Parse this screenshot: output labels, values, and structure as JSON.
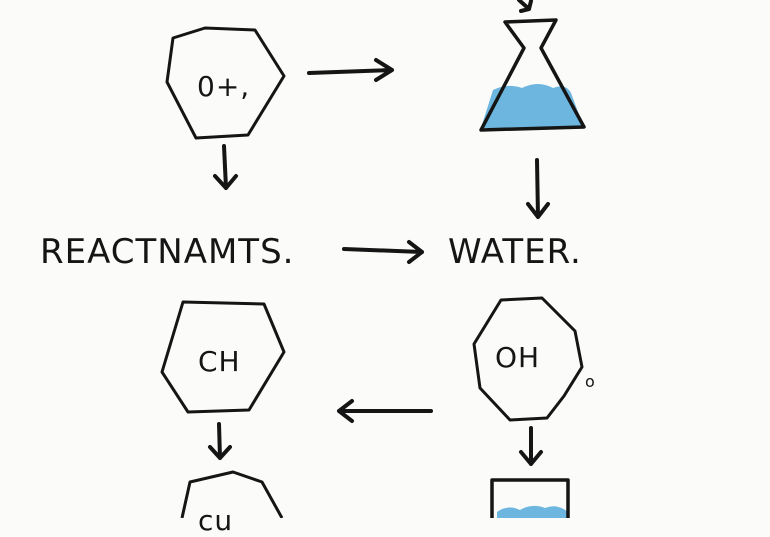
{
  "nodes": {
    "top_left": {
      "text": "0+,"
    },
    "mid_right_circle": {
      "text": "OH",
      "subscript": "o"
    },
    "bottom_left_hex": {
      "text": "CH"
    },
    "bottom_left_partial": {
      "text": "cu"
    }
  },
  "labels": {
    "reactants": "REACTNAMTS.",
    "water": "WATER."
  },
  "colors": {
    "ink": "#151515",
    "water": "#6db6df",
    "background": "#fbfbf9"
  }
}
